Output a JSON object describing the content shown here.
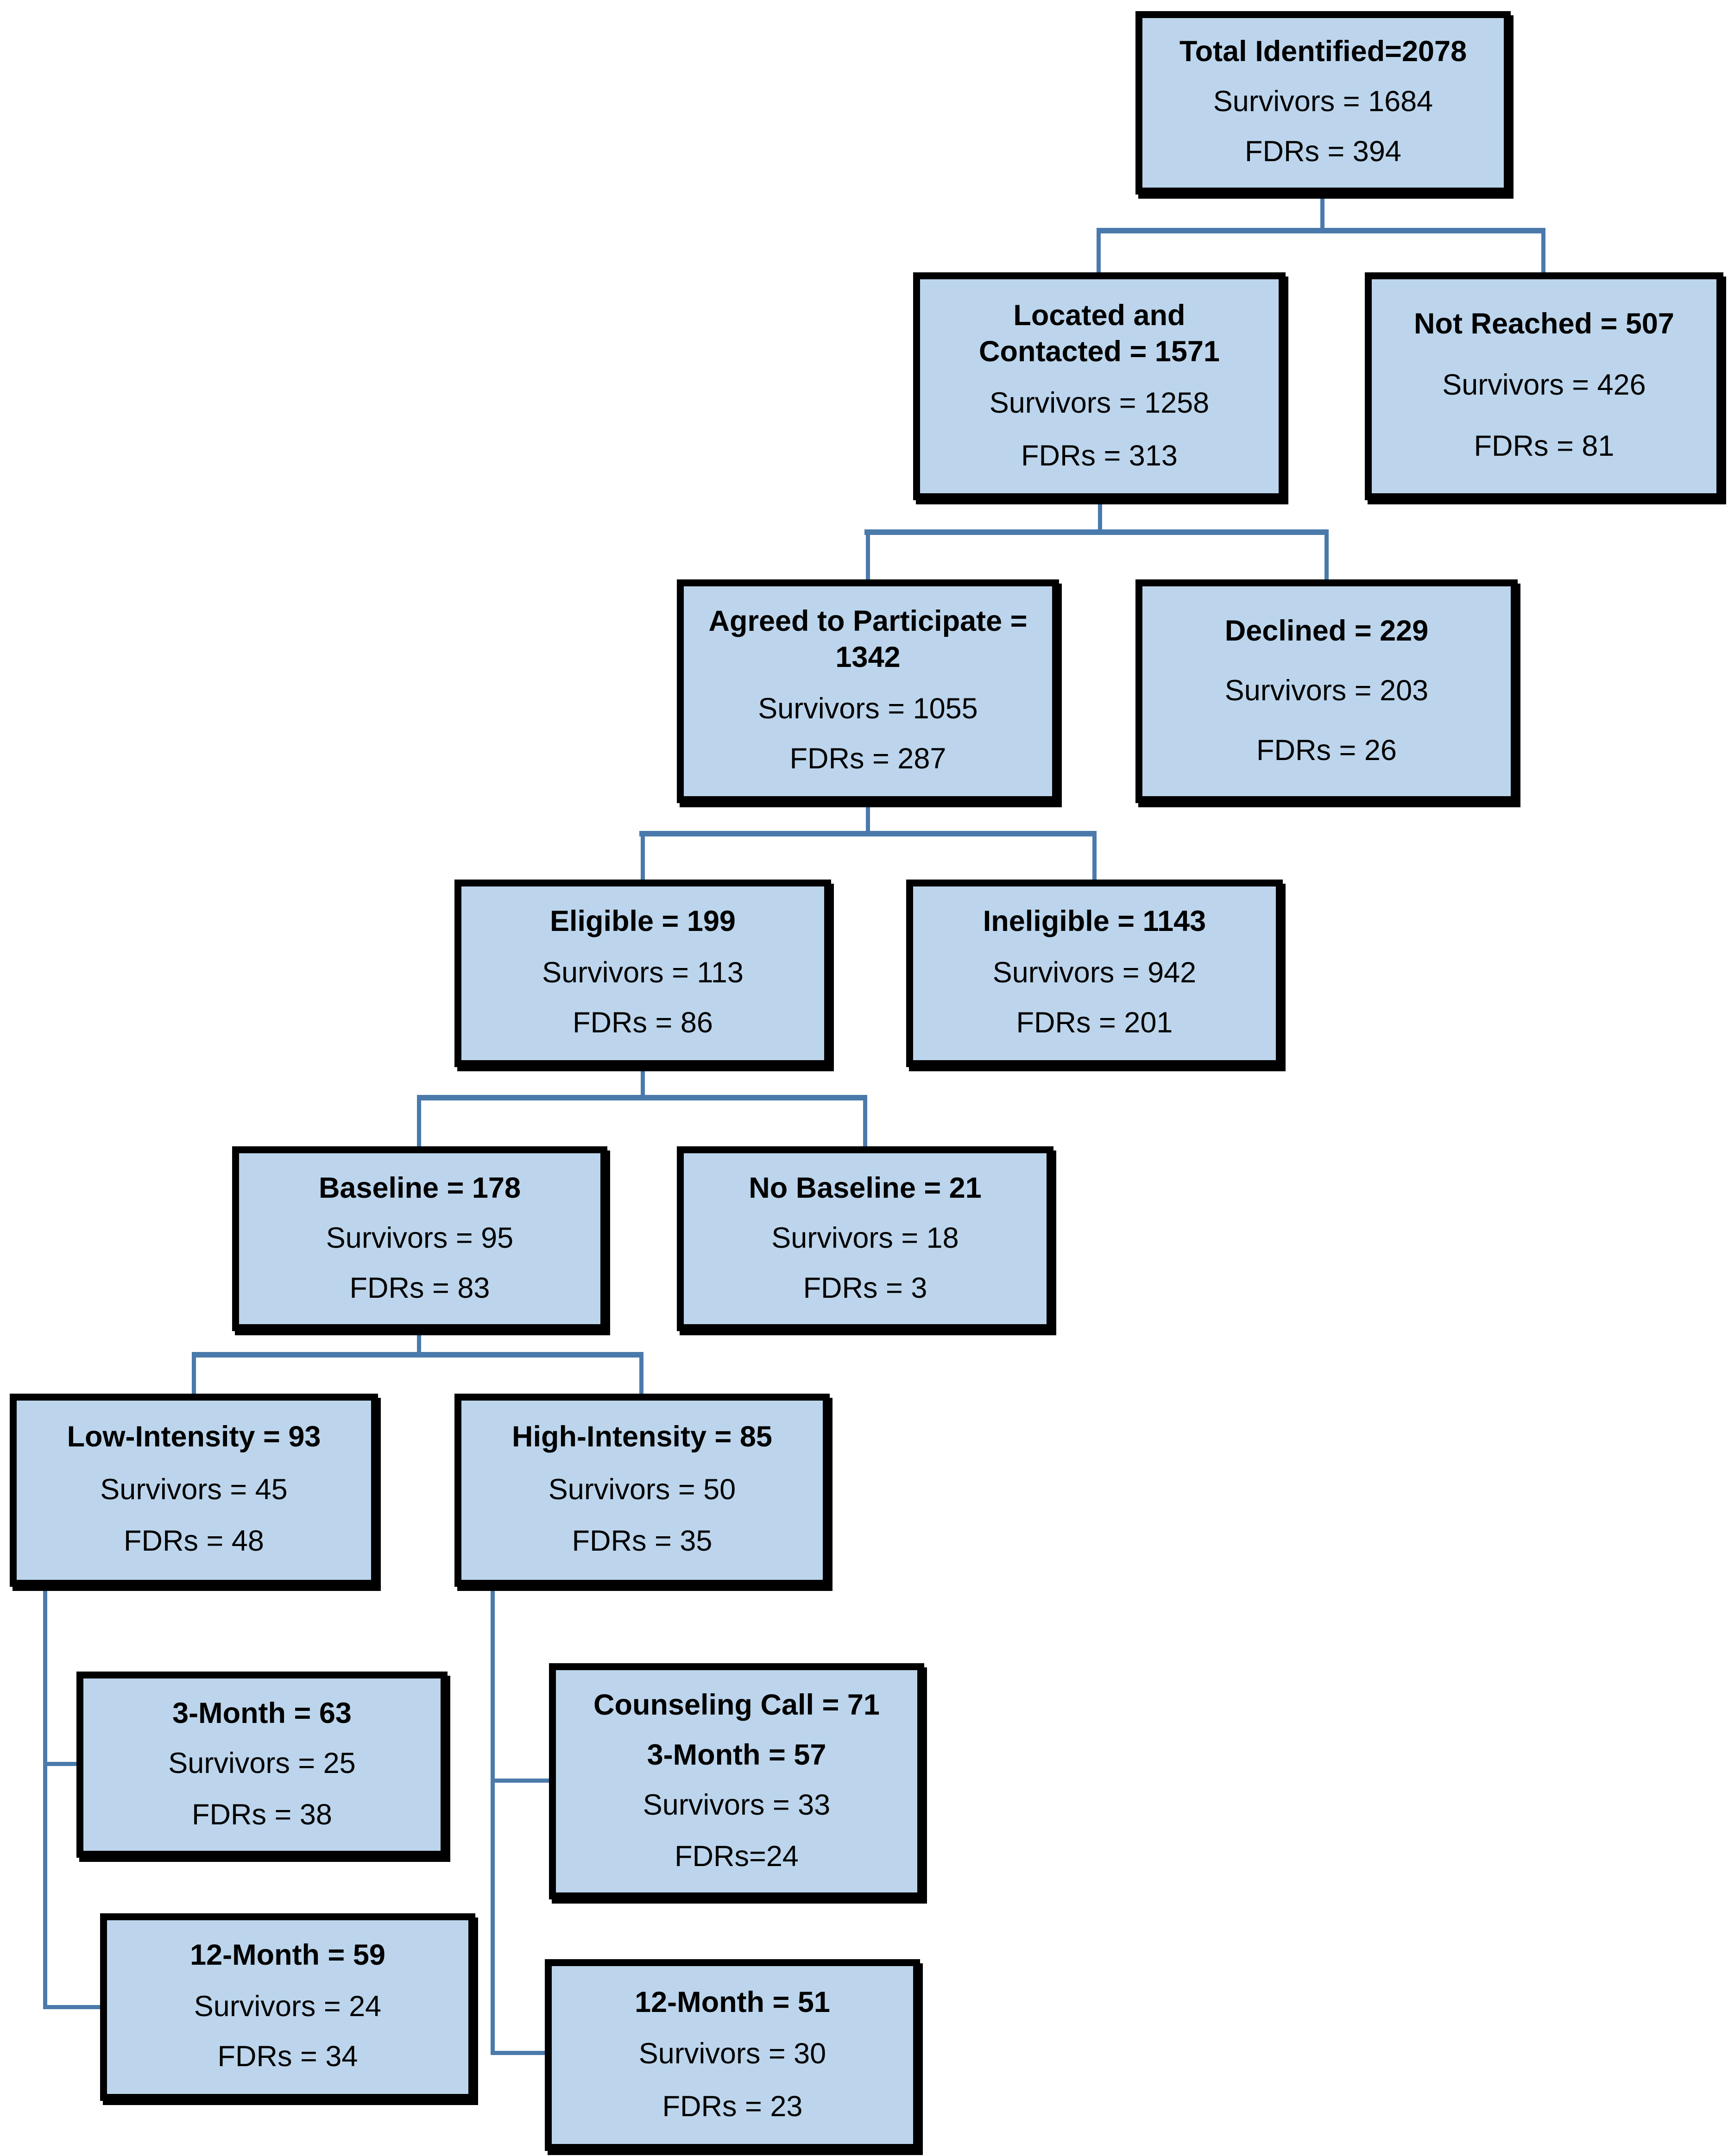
{
  "diagram": {
    "type": "consort-flowchart",
    "colors": {
      "node_fill": "#bcd5ec",
      "node_border": "#000000",
      "connector": "#4a7aab",
      "background": "#ffffff",
      "text": "#000000"
    },
    "nodes": [
      {
        "id": "total-identified",
        "paras": [
          {
            "bold": true,
            "lines": [
              "Total Identified=2078"
            ]
          },
          {
            "bold": false,
            "lines": [
              "Survivors = 1684"
            ]
          },
          {
            "bold": false,
            "lines": [
              "FDRs = 394"
            ]
          }
        ]
      },
      {
        "id": "located-contacted",
        "paras": [
          {
            "bold": true,
            "lines": [
              "Located and",
              "Contacted = 1571"
            ]
          },
          {
            "bold": false,
            "lines": [
              "Survivors = 1258"
            ]
          },
          {
            "bold": false,
            "lines": [
              "FDRs = 313"
            ]
          }
        ]
      },
      {
        "id": "not-reached",
        "paras": [
          {
            "bold": true,
            "lines": [
              "Not Reached = 507"
            ]
          },
          {
            "bold": false,
            "lines": [
              "Survivors = 426"
            ]
          },
          {
            "bold": false,
            "lines": [
              "FDRs = 81"
            ]
          }
        ]
      },
      {
        "id": "agreed-to-participate",
        "paras": [
          {
            "bold": true,
            "lines": [
              "Agreed to Participate =",
              "1342"
            ]
          },
          {
            "bold": false,
            "lines": [
              "Survivors = 1055"
            ]
          },
          {
            "bold": false,
            "lines": [
              "FDRs = 287"
            ]
          }
        ]
      },
      {
        "id": "declined",
        "paras": [
          {
            "bold": true,
            "lines": [
              "Declined = 229"
            ]
          },
          {
            "bold": false,
            "lines": [
              "Survivors = 203"
            ]
          },
          {
            "bold": false,
            "lines": [
              "FDRs = 26"
            ]
          }
        ]
      },
      {
        "id": "eligible",
        "paras": [
          {
            "bold": true,
            "lines": [
              "Eligible = 199"
            ]
          },
          {
            "bold": false,
            "lines": [
              "Survivors = 113"
            ]
          },
          {
            "bold": false,
            "lines": [
              "FDRs = 86"
            ]
          }
        ]
      },
      {
        "id": "ineligible",
        "paras": [
          {
            "bold": true,
            "lines": [
              "Ineligible = 1143"
            ]
          },
          {
            "bold": false,
            "lines": [
              "Survivors = 942"
            ]
          },
          {
            "bold": false,
            "lines": [
              "FDRs = 201"
            ]
          }
        ]
      },
      {
        "id": "baseline",
        "paras": [
          {
            "bold": true,
            "lines": [
              "Baseline = 178"
            ]
          },
          {
            "bold": false,
            "lines": [
              "Survivors = 95"
            ]
          },
          {
            "bold": false,
            "lines": [
              "FDRs = 83"
            ]
          }
        ]
      },
      {
        "id": "no-baseline",
        "paras": [
          {
            "bold": true,
            "lines": [
              "No Baseline = 21"
            ]
          },
          {
            "bold": false,
            "lines": [
              "Survivors = 18"
            ]
          },
          {
            "bold": false,
            "lines": [
              "FDRs = 3"
            ]
          }
        ]
      },
      {
        "id": "low-intensity",
        "paras": [
          {
            "bold": true,
            "lines": [
              "Low-Intensity = 93"
            ]
          },
          {
            "bold": false,
            "lines": [
              "Survivors = 45"
            ]
          },
          {
            "bold": false,
            "lines": [
              "FDRs = 48"
            ]
          }
        ]
      },
      {
        "id": "high-intensity",
        "paras": [
          {
            "bold": true,
            "lines": [
              "High-Intensity = 85"
            ]
          },
          {
            "bold": false,
            "lines": [
              "Survivors = 50"
            ]
          },
          {
            "bold": false,
            "lines": [
              "FDRs = 35"
            ]
          }
        ]
      },
      {
        "id": "3-month-low",
        "paras": [
          {
            "bold": true,
            "lines": [
              "3-Month = 63"
            ]
          },
          {
            "bold": false,
            "lines": [
              "Survivors = 25"
            ]
          },
          {
            "bold": false,
            "lines": [
              "FDRs = 38"
            ]
          }
        ]
      },
      {
        "id": "counseling-call",
        "paras": [
          {
            "bold": true,
            "lines": [
              "Counseling Call = 71"
            ]
          },
          {
            "bold": true,
            "lines": [
              "3-Month = 57"
            ]
          },
          {
            "bold": false,
            "lines": [
              "Survivors = 33"
            ]
          },
          {
            "bold": false,
            "lines": [
              "FDRs=24"
            ]
          }
        ]
      },
      {
        "id": "12-month-low",
        "paras": [
          {
            "bold": true,
            "lines": [
              "12-Month = 59"
            ]
          },
          {
            "bold": false,
            "lines": [
              "Survivors = 24"
            ]
          },
          {
            "bold": false,
            "lines": [
              "FDRs = 34"
            ]
          }
        ]
      },
      {
        "id": "12-month-high",
        "paras": [
          {
            "bold": true,
            "lines": [
              "12-Month = 51"
            ]
          },
          {
            "bold": false,
            "lines": [
              "Survivors = 30"
            ]
          },
          {
            "bold": false,
            "lines": [
              "FDRs = 23"
            ]
          }
        ]
      }
    ],
    "edges": [
      {
        "from": "total-identified",
        "to": "located-contacted"
      },
      {
        "from": "total-identified",
        "to": "not-reached"
      },
      {
        "from": "located-contacted",
        "to": "agreed-to-participate"
      },
      {
        "from": "located-contacted",
        "to": "declined"
      },
      {
        "from": "agreed-to-participate",
        "to": "eligible"
      },
      {
        "from": "agreed-to-participate",
        "to": "ineligible"
      },
      {
        "from": "eligible",
        "to": "baseline"
      },
      {
        "from": "eligible",
        "to": "no-baseline"
      },
      {
        "from": "baseline",
        "to": "low-intensity"
      },
      {
        "from": "baseline",
        "to": "high-intensity"
      },
      {
        "from": "low-intensity",
        "to": "3-month-low"
      },
      {
        "from": "low-intensity",
        "to": "12-month-low"
      },
      {
        "from": "high-intensity",
        "to": "counseling-call"
      },
      {
        "from": "high-intensity",
        "to": "12-month-high"
      }
    ]
  }
}
